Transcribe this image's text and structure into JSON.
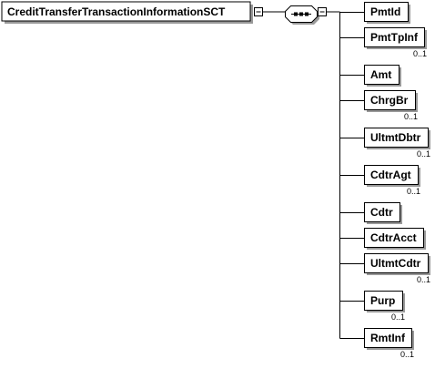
{
  "diagram": {
    "root": {
      "label": "CreditTransferTransactionInformationSCT"
    },
    "compositor": {
      "icon": "sequence-compositor-icon"
    },
    "children": [
      {
        "label": "PmtId",
        "cardinality": ""
      },
      {
        "label": "PmtTpInf",
        "cardinality": "0..1"
      },
      {
        "label": "Amt",
        "cardinality": ""
      },
      {
        "label": "ChrgBr",
        "cardinality": "0..1"
      },
      {
        "label": "UltmtDbtr",
        "cardinality": "0..1"
      },
      {
        "label": "CdtrAgt",
        "cardinality": "0..1"
      },
      {
        "label": "Cdtr",
        "cardinality": ""
      },
      {
        "label": "CdtrAcct",
        "cardinality": ""
      },
      {
        "label": "UltmtCdtr",
        "cardinality": "0..1"
      },
      {
        "label": "Purp",
        "cardinality": "0..1"
      },
      {
        "label": "RmtInf",
        "cardinality": "0..1"
      }
    ],
    "colors": {
      "stroke": "#000000",
      "fill": "#ffffff",
      "shadow": "#9a9a9a"
    }
  }
}
